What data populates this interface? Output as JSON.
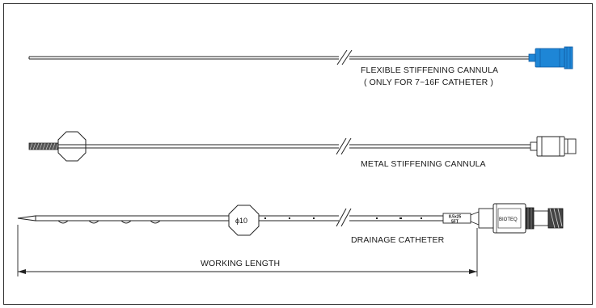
{
  "labels": {
    "flexible_cannula": "FLEXIBLE STIFFENING CANNULA",
    "flexible_note": "( ONLY FOR 7~16F CATHETER )",
    "metal_cannula": "METAL STIFFENING CANNULA",
    "drainage_catheter": "DRAINAGE CATHETER",
    "working_length": "WORKING LENGTH"
  },
  "markings": {
    "diameter": "ϕ10",
    "size_line1": "8.5x25",
    "size_line2": "5FT",
    "brand": "BIOTEQ"
  },
  "colors": {
    "hub_blue": "#1e86d6",
    "hub_blue_dark": "#0f5aa0",
    "line": "#222222"
  }
}
